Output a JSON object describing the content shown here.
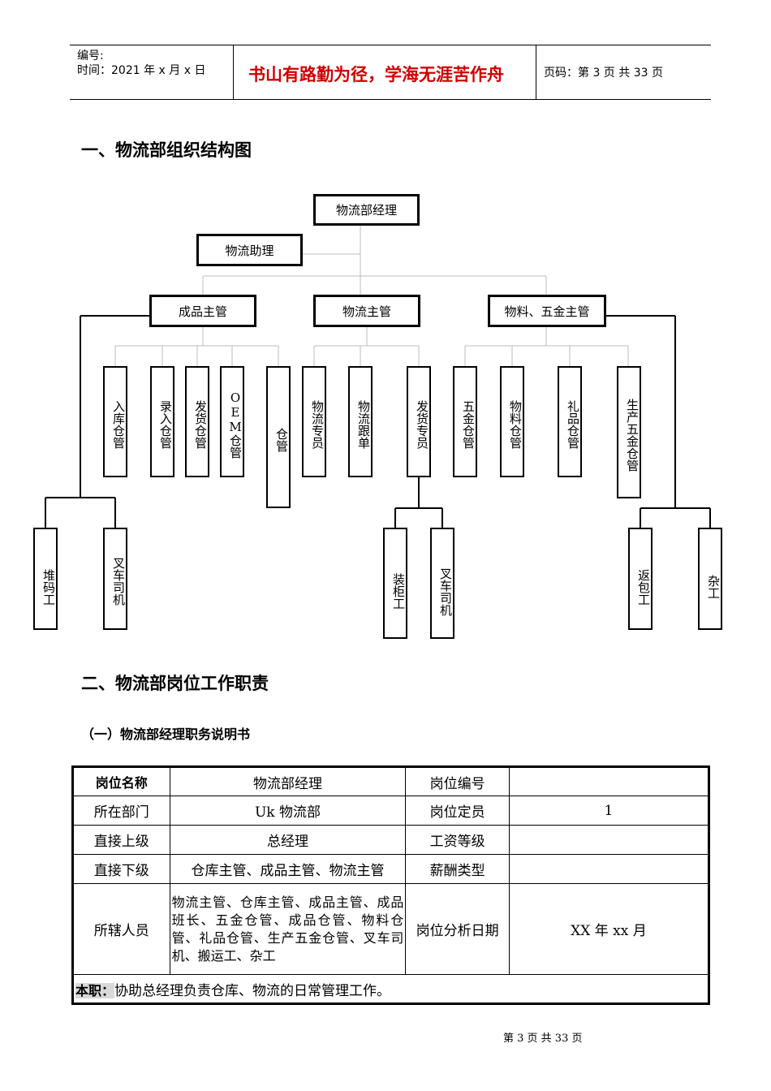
{
  "header": {
    "number_label": "编号:",
    "time_label": "时间：2021 年 x 月 x 日",
    "motto": "书山有路勤为径，学海无涯苦作舟",
    "page_info": "页码：第 3 页  共 33 页"
  },
  "section1": {
    "title": "一、物流部组织结构图"
  },
  "org": {
    "manager": "物流部经理",
    "assistant": "物流助理",
    "finished_goods_supervisor": "成品主管",
    "logistics_supervisor": "物流主管",
    "materials_hardware_supervisor": "物料、五金主管",
    "positions": [
      "入库仓管",
      "录入仓管",
      "发货仓管",
      "OEM仓管",
      "仓管",
      "物流专员",
      "物流跟单",
      "发货专员",
      "五金仓管",
      "物料仓管",
      "礼品仓管",
      "生产五金仓管"
    ],
    "workers": [
      "堆码工",
      "叉车司机",
      "装柜工",
      "叉车司机",
      "返包工",
      "杂工"
    ]
  },
  "section2": {
    "title": "二、物流部岗位工作职责",
    "subtitle": "（一）物流部经理职务说明书"
  },
  "table": {
    "rows": [
      {
        "label1": "岗位名称",
        "value1": "物流部经理",
        "label2": "岗位编号",
        "value2": ""
      },
      {
        "label1": "所在部门",
        "value1": "Uk 物流部",
        "label2": "岗位定员",
        "value2": "1"
      },
      {
        "label1": "直接上级",
        "value1": "总经理",
        "label2": "工资等级",
        "value2": ""
      },
      {
        "label1": "直接下级",
        "value1": "仓库主管、成品主管、物流主管",
        "label2": "薪酬类型",
        "value2": ""
      },
      {
        "label1": "所辖人员",
        "value1": "物流主管、仓库主管、成品主管、成品班长、五金仓管、成品仓管、物料仓管、礼品仓管、生产五金仓管、叉车司机、搬运工、杂工",
        "label2": "岗位分析日期",
        "value2": "XX 年 xx 月"
      }
    ],
    "duty_label": "本职：",
    "duty_text": "协助总经理负责仓库、物流的日常管理工作。"
  },
  "footer": {
    "page": "第 3 页 共 33 页"
  }
}
